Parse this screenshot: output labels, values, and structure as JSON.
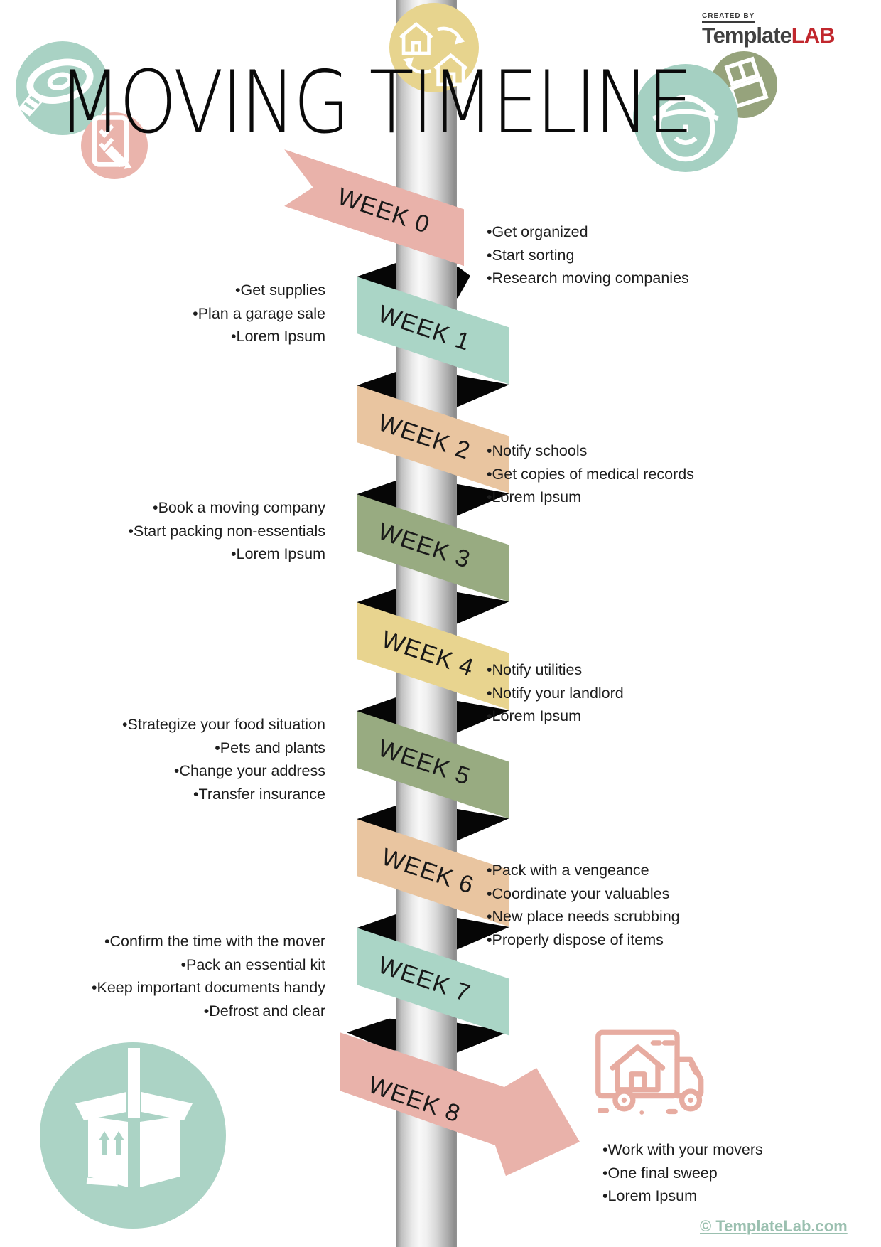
{
  "header": {
    "title": "MOVING TIMELINE",
    "logo": {
      "created_by": "CREATED BY",
      "brand": "Template",
      "brand_accent": "LAB"
    }
  },
  "ui": {
    "bullet": "•"
  },
  "timeline": {
    "weeks": [
      {
        "label": "WEEK 0",
        "color": "#e9b2aa",
        "side": "right",
        "items": [
          "Get organized",
          "Start sorting",
          "Research moving companies"
        ]
      },
      {
        "label": "WEEK 1",
        "color": "#aad5c6",
        "side": "left",
        "items": [
          "Get supplies",
          "Plan a garage sale",
          "Lorem Ipsum"
        ]
      },
      {
        "label": "WEEK 2",
        "color": "#e9c5a0",
        "side": "right",
        "items": [
          "Notify schools",
          "Get copies of medical records",
          "Lorem Ipsum"
        ]
      },
      {
        "label": "WEEK 3",
        "color": "#98ab81",
        "side": "left",
        "items": [
          "Book a moving company",
          "Start packing non-essentials",
          "Lorem Ipsum"
        ]
      },
      {
        "label": "WEEK 4",
        "color": "#e8d48f",
        "side": "right",
        "items": [
          "Notify utilities",
          "Notify your landlord",
          "Lorem Ipsum"
        ]
      },
      {
        "label": "WEEK 5",
        "color": "#98ab81",
        "side": "left",
        "items": [
          "Strategize your food situation",
          "Pets and plants",
          "Change your address",
          "Transfer insurance"
        ]
      },
      {
        "label": "WEEK 6",
        "color": "#e9c5a0",
        "side": "right",
        "items": [
          "Pack with a vengeance",
          "Coordinate your valuables",
          "New place needs scrubbing",
          "Properly dispose of items"
        ]
      },
      {
        "label": "WEEK 7",
        "color": "#aad5c6",
        "side": "left",
        "items": [
          "Confirm the time with the mover",
          "Pack an essential kit",
          "Keep important documents handy",
          "Defrost and clear"
        ]
      },
      {
        "label": "WEEK 8",
        "color": "#e9b2aa",
        "side": "right",
        "items": [
          "Work with your movers",
          "One final sweep",
          "Lorem Ipsum"
        ]
      }
    ]
  },
  "icons": {
    "tape_roll": "tape-roll-icon",
    "checklist": "checklist-pencil-icon",
    "house_exchange": "house-exchange-icon",
    "mover_face": "mover-face-icon",
    "carry_boxes": "carry-boxes-icon",
    "open_box": "open-box-icon",
    "moving_truck": "moving-truck-icon"
  },
  "colors": {
    "fold": "#060606",
    "teal_circle": "#a9d2c4",
    "pink_circle": "#eab4ac",
    "yellow_circle": "#e7d48e",
    "olive_circle": "#96a37c",
    "face_circle": "#a5d0c2",
    "big_box_circle": "#abd3c5",
    "truck_line": "#e7aca1",
    "footer_text": "#9bc0b0"
  },
  "footer": {
    "credit": "© TemplateLab.com"
  }
}
